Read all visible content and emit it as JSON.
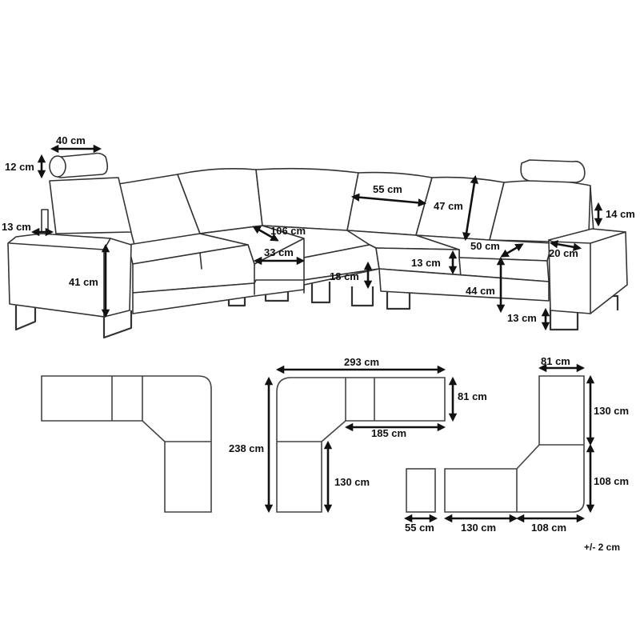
{
  "diagram": {
    "labels": {
      "headrest_width": "40 cm",
      "headrest_height": "12 cm",
      "left_arm_width": "13 cm",
      "arm_height": "41 cm",
      "corner_depth": "106 cm",
      "corner_gap": "33 cm",
      "seat_width": "55 cm",
      "back_height": "47 cm",
      "headrest_right_height": "14 cm",
      "seat_depth": "50 cm",
      "right_arm_width": "20 cm",
      "cushion_height": "13 cm",
      "base_height": "18 cm",
      "seat_height": "44 cm",
      "leg_height": "13 cm",
      "plan_top_width": "293 cm",
      "plan_top_depth": "81 cm",
      "plan_inner_width": "185 cm",
      "plan_total_depth": "238 cm",
      "plan_left_leg": "130 cm",
      "alt_width": "81 cm",
      "alt_top_height": "130 cm",
      "alt_mid_height": "108 cm",
      "alt_ottoman": "55 cm",
      "alt_bottom_left": "130 cm",
      "alt_bottom_right": "108 cm",
      "tolerance": "+/- 2 cm"
    }
  }
}
